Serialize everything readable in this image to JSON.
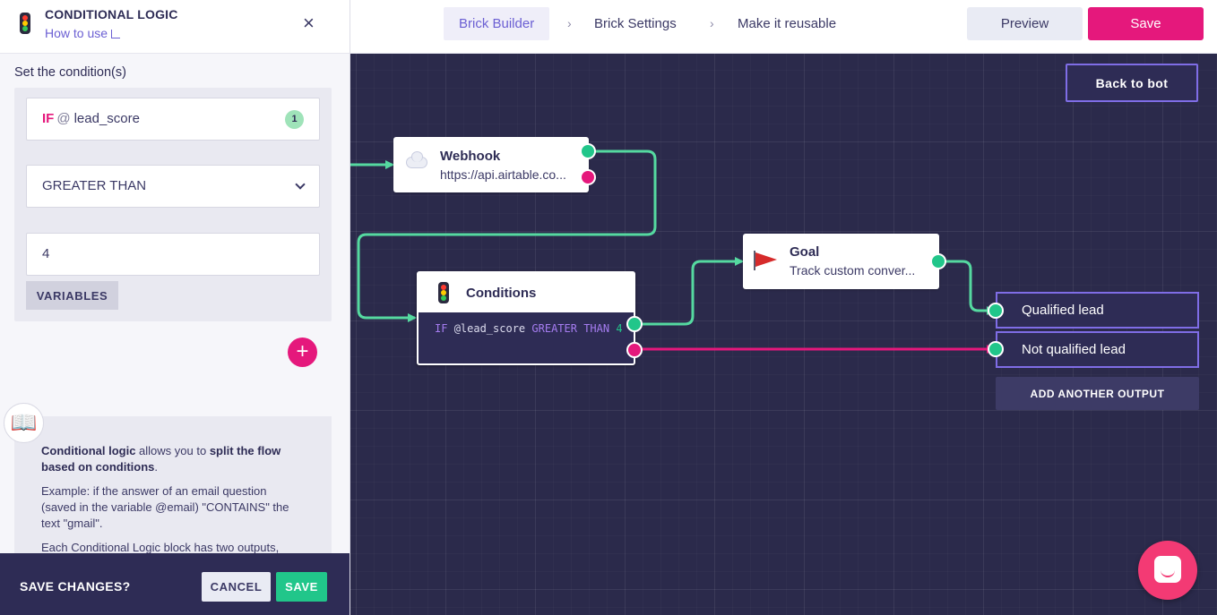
{
  "panel": {
    "title": "CONDITIONAL LOGIC",
    "how_to_use": "How to use",
    "close": "×",
    "set_conditions_label": "Set the condition(s)",
    "condition": {
      "if_keyword": "IF",
      "at": "@",
      "variable": "lead_score",
      "badge": "1",
      "operator": "GREATER THAN",
      "value": "4",
      "variables_button": "VARIABLES"
    },
    "add_condition": "+",
    "help": {
      "p1_bold1": "Conditional logic",
      "p1_mid": " allows you to ",
      "p1_bold2": "split the flow based on conditions",
      "p1_end": ".",
      "p2": "Example: if the answer of an email question (saved in the variable @email) \"CONTAINS\" the text \"gmail\".",
      "p3": "Each Conditional Logic block has two outputs,"
    },
    "save_bar": {
      "label": "SAVE CHANGES?",
      "cancel": "CANCEL",
      "save": "SAVE"
    }
  },
  "topbar": {
    "breadcrumbs": [
      "Brick Builder",
      "Brick Settings",
      "Make it reusable"
    ],
    "separator": "›",
    "preview": "Preview",
    "save": "Save"
  },
  "canvas": {
    "back_to_bot": "Back to bot",
    "webhook": {
      "title": "Webhook",
      "subtitle": "https://api.airtable.co..."
    },
    "conditions": {
      "title": "Conditions",
      "expr_if": "IF",
      "expr_var": "@lead_score",
      "expr_op": "GREATER THAN",
      "expr_val": "4"
    },
    "goal": {
      "title": "Goal",
      "subtitle": "Track custom conver..."
    },
    "outputs": [
      "Qualified lead",
      "Not qualified lead"
    ],
    "add_output": "ADD ANOTHER OUTPUT"
  },
  "colors": {
    "accent_pink": "#e5187c",
    "accent_green": "#21c68a",
    "accent_purple": "#7f6de6",
    "canvas_bg": "#2b2a4b"
  }
}
